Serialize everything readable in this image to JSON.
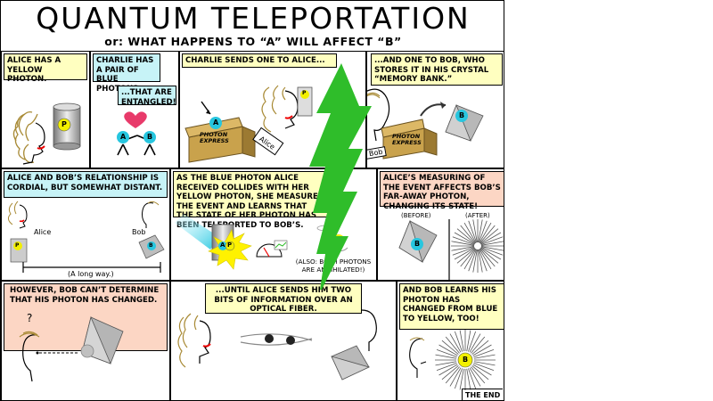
{
  "title": "QUANTUM TELEPORTATION",
  "subtitle": "or:  WHAT HAPPENS TO “A” WILL AFFECT “B”",
  "panels": {
    "p1": {
      "caption": "ALICE HAS A YELLOW PHOTON.",
      "photon_label": "P"
    },
    "p2": {
      "caption_top": "CHARLIE HAS A PAIR OF BLUE PHOTONS...",
      "caption_bottom": "...THAT ARE ENTANGLED!",
      "photon_a": "A",
      "photon_b": "B"
    },
    "p3": {
      "caption": "CHARLIE SENDS ONE TO ALICE...",
      "box_text": "PHOTON EXPRESS",
      "tag": "Alice",
      "photon_a": "A",
      "photon_p": "P"
    },
    "p4": {
      "caption": "...AND ONE TO BOB, WHO STORES IT IN HIS CRYSTAL “MEMORY BANK.”",
      "box_text": "PHOTON EXPRESS",
      "tag": "Bob",
      "photon_b": "B"
    },
    "p5": {
      "caption": "ALICE AND BOB’S RELATIONSHIP IS CORDIAL, BUT SOMEWHAT DISTANT.",
      "alice": "Alice",
      "bob": "Bob",
      "distance": "(A long way.)",
      "photon_p": "P",
      "photon_b": "B"
    },
    "p6": {
      "caption": "AS THE BLUE PHOTON ALICE RECEIVED COLLIDES WITH HER YELLOW PHOTON, SHE MEASURES THE EVENT AND LEARNS THAT THE STATE OF HER PHOTON HAS BEEN TELEPORTED TO BOB’S.",
      "note": "(ALSO: BOTH PHOTONS ARE ANNIHILATED!)",
      "photon_a": "A",
      "photon_p": "P"
    },
    "p7": {
      "caption": "ALICE’S MEASURING OF THE EVENT AFFECTS BOB’S FAR-AWAY PHOTON, CHANGING ITS STATE!",
      "before": "(BEFORE)",
      "after": "(AFTER)",
      "photon_b": "B"
    },
    "p8": {
      "caption": "HOWEVER, BOB CAN’T DETERMINE THAT HIS PHOTON HAS CHANGED.",
      "question": "?"
    },
    "p9": {
      "caption": "...UNTIL ALICE SENDS HIM TWO BITS OF INFORMATION OVER AN OPTICAL FIBER."
    },
    "p10": {
      "caption": "AND BOB LEARNS HIS PHOTON HAS CHANGED FROM BLUE TO YELLOW, TOO!",
      "end": "THE END",
      "photon_b": "B"
    }
  },
  "colors": {
    "yellow_caption": "#ffffc0",
    "cyan_caption": "#c7f3f7",
    "salmon_caption": "#fcd6c4",
    "photon_yellow": "#f2ef00",
    "photon_cyan": "#27c6df",
    "lightning": "#2fbd2a"
  }
}
